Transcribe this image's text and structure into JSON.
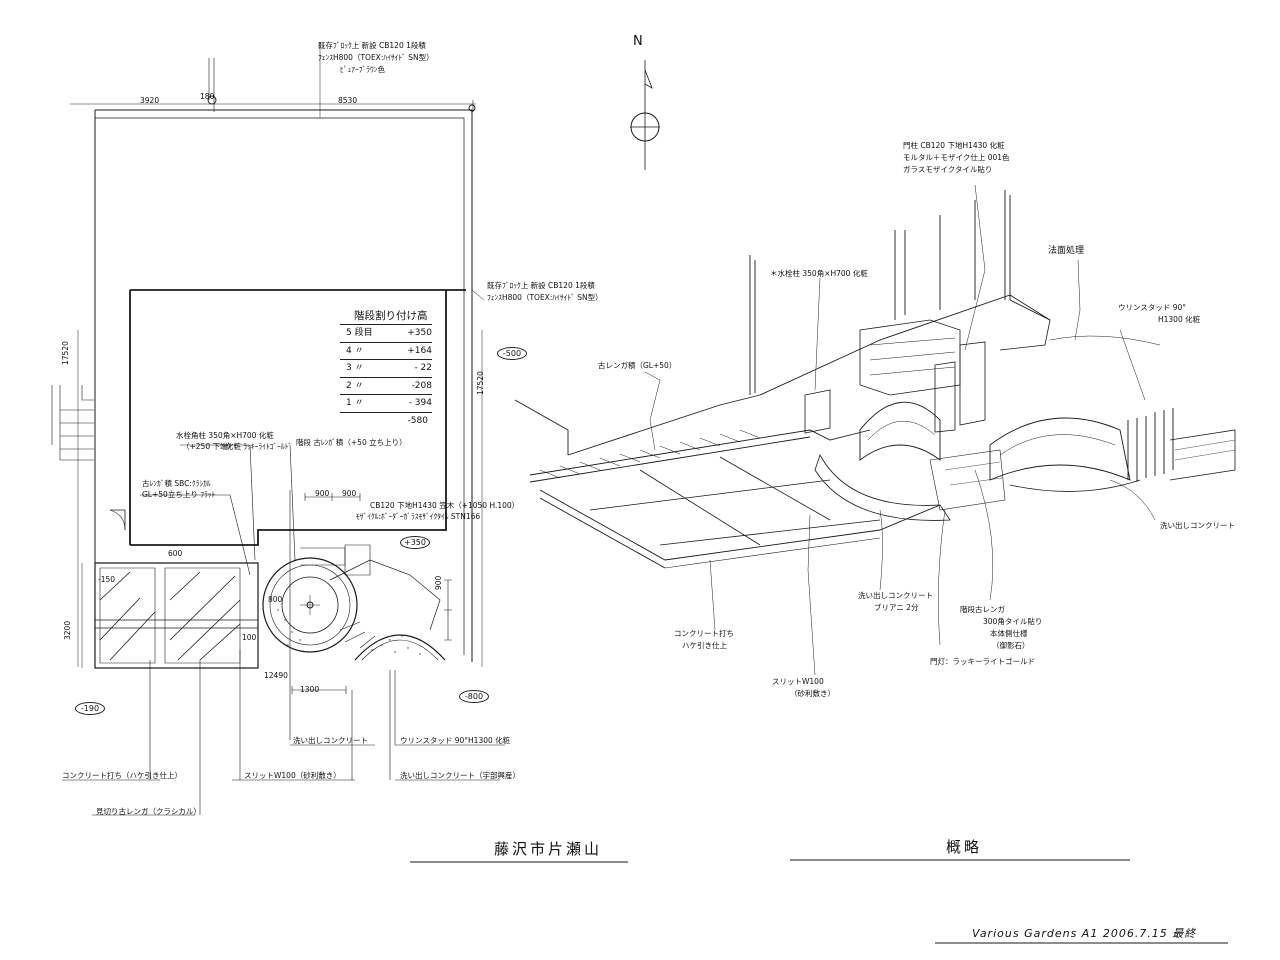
{
  "plan": {
    "dim_top_left": "3920",
    "dim_top_right": "8530",
    "dim_top_gap": "180",
    "dim_left": "17520",
    "dim_right": "17520",
    "fence_top_note_1": "既存ﾌﾞﾛｯｸ上 新設 CB120 1段積",
    "fence_top_note_2": "ﾌｪﾝｽH800（TOEX:ﾊｲｻｲﾄﾞ SN型）",
    "fence_top_note_3": "ﾋﾟｭｱｰﾌﾞﾗｳﾝ色",
    "fence_right_note_1": "既存ﾌﾞﾛｯｸ上 新設 CB120 1段積",
    "fence_right_note_2": "ﾌｪﾝｽH800（TOEX:ﾊｲｻｲﾄﾞ SN型）",
    "faucet_note_1": "水栓角柱 350角×H700 化粧",
    "faucet_note_2": "（+250 下端）",
    "faucet_note_3": "化粧 ﾗｯｷｰﾗｲﾄｺﾞｰﾙﾄﾞ",
    "step_note": "階段 古ﾚﾝｶﾞ積（+50 立ち上り）",
    "brick_note_1": "古ﾚﾝｶﾞ積 SBC:ｸﾗｼｶﾙ",
    "brick_note_2": "GL+50立ち上り ﾌﾗｯﾄ",
    "cb_note_1": "CB120 下地H1430 笠木（+1050 H.100）",
    "cb_note_2": "ﾓｻﾞｲｸﾙ:ﾎﾞｰﾀﾞｰｶﾞﾗｽﾓｻﾞｲｸﾀｲﾙ STN166",
    "dim_900a": "900",
    "dim_900b": "900",
    "dim_900c": "900",
    "dim_600": "600",
    "dim_100": "100",
    "dim_800": "800",
    "dim_3200": "3200",
    "dim_12490": "12490",
    "dim_1300": "1300",
    "level_350": "+350",
    "level_m190": "-190",
    "level_m800": "-800",
    "level_m500": "-500",
    "level_m150": "-150",
    "table": {
      "title": "階段割り付け高",
      "rows": [
        {
          "step": "5 段目",
          "height": "+350"
        },
        {
          "step": "4 〃",
          "height": "+164"
        },
        {
          "step": "3 〃",
          "height": "- 22"
        },
        {
          "step": "2 〃",
          "height": "-208"
        },
        {
          "step": "1 〃",
          "height": "- 394"
        }
      ],
      "base": "-580"
    },
    "callouts": {
      "wash_concrete": "洗い出しコンクリート",
      "wurinstad": "ウリンスタッド 90°H1300 化粧",
      "concrete_broom": "コンクリート打ち（ハケ引き仕上）",
      "slit": "スリットW100（砂利敷き）",
      "wash_concrete_2": "洗い出しコンクリート（宇部興産）",
      "border_brick": "見切り古レンガ（クラシカル）"
    },
    "title": "藤沢市片瀬山"
  },
  "north": {
    "label": "N"
  },
  "perspective": {
    "gate_pillar_1": "門柱 CB120 下地H1430 化粧",
    "gate_pillar_2": "モルタル＋モザイク仕上 001色",
    "gate_pillar_3": "ガラスモザイクタイル貼り",
    "slope_note": "法面処理",
    "faucet_note": "＊水栓柱 350角×H700 化粧",
    "wurinstad_1": "ウリンスタッド 90°",
    "wurinstad_2": "H1300 化粧",
    "brick_wall_note": "古レンガ積（GL+50）",
    "wash_right": "洗い出しコンクリート",
    "wash_center_1": "洗い出しコンクリート",
    "wash_center_2": "ブリアニ 2分",
    "stairs_1": "階段古レンガ",
    "stairs_2": "300角タイル貼り",
    "stairs_3": "本体側仕様",
    "stairs_4": "（御影石）",
    "gate_lamp": "門灯：ラッキーライトゴールド",
    "concrete_1": "コンクリート打ち",
    "concrete_2": "ハケ引き仕上",
    "slit_1": "スリットW100",
    "slit_2": "（砂利敷き）",
    "title": "概略"
  },
  "footer": "Various Gardens A1 2006.7.15 最終"
}
